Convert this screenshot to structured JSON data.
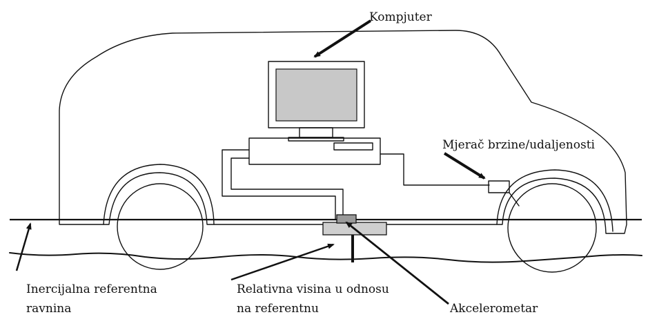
{
  "labels": {
    "computer": "Kompjuter",
    "speed_meter": "Mjerač brzine/udaljenosti",
    "inertial_plane_line1": "Inercijalna referentna",
    "inertial_plane_line2": "ravnina",
    "relative_height_line1": "Relativna visina u odnosu",
    "relative_height_line2": "na referentnu",
    "accelerometer": "Akcelerometar"
  },
  "colors": {
    "line": "#111111",
    "screen": "#c8c8c8",
    "accelerometer_box": "#cfcfcf",
    "sensor": "#9a9a9a",
    "background": "#ffffff"
  }
}
